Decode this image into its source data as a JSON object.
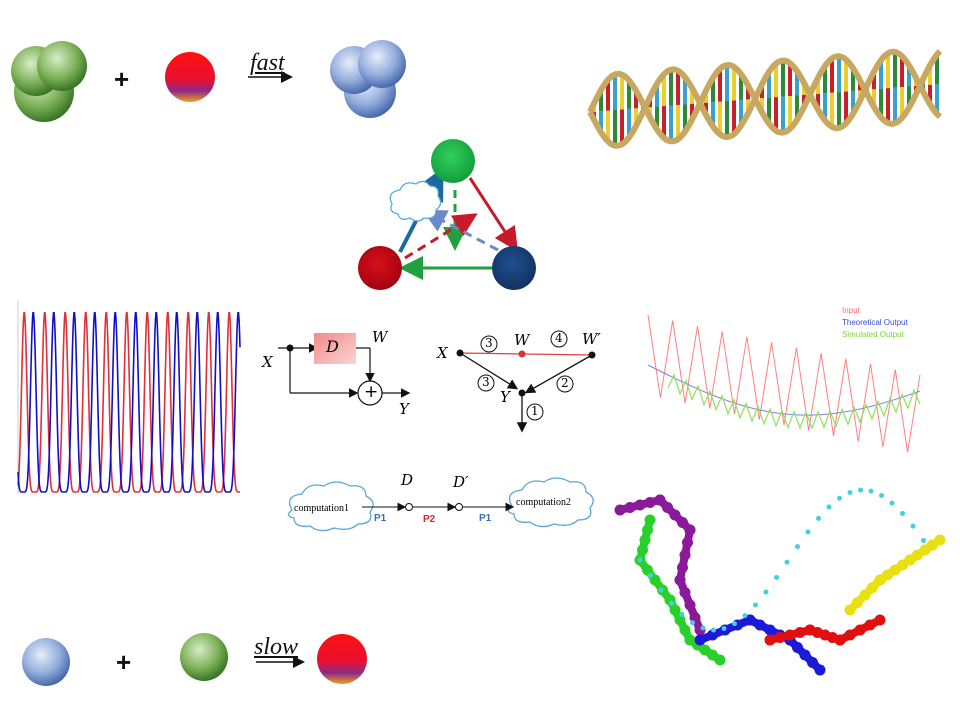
{
  "reaction_top": {
    "operator": "+",
    "rate": "fast"
  },
  "reaction_bottom": {
    "operator": "+",
    "rate": "slow"
  },
  "block_diagram": {
    "input": "X",
    "delay": "D",
    "feedback": "W",
    "adder": "+",
    "output": "Y"
  },
  "graph_diagram": {
    "nodes": [
      "X",
      "W",
      "W′",
      "Y"
    ],
    "edge_labels": [
      "3",
      "4",
      "3",
      "2",
      "1"
    ]
  },
  "pipeline": {
    "start": "computation1",
    "end": "computation2",
    "phases": [
      "P1",
      "P2",
      "P1"
    ],
    "delays": [
      "D",
      "D′"
    ]
  },
  "legend": {
    "items": [
      {
        "label": "Input",
        "color": "#ff6b6b"
      },
      {
        "label": "Theoretical Output",
        "color": "#3a4fd8"
      },
      {
        "label": "Simulated Output",
        "color": "#7ad63a"
      }
    ]
  },
  "colors": {
    "green_species": "#3f8f2a",
    "red_species": "#c8101a",
    "blue_species": "#1f4e8a",
    "osc_red": "#e0303a",
    "osc_blue": "#1010c8"
  }
}
